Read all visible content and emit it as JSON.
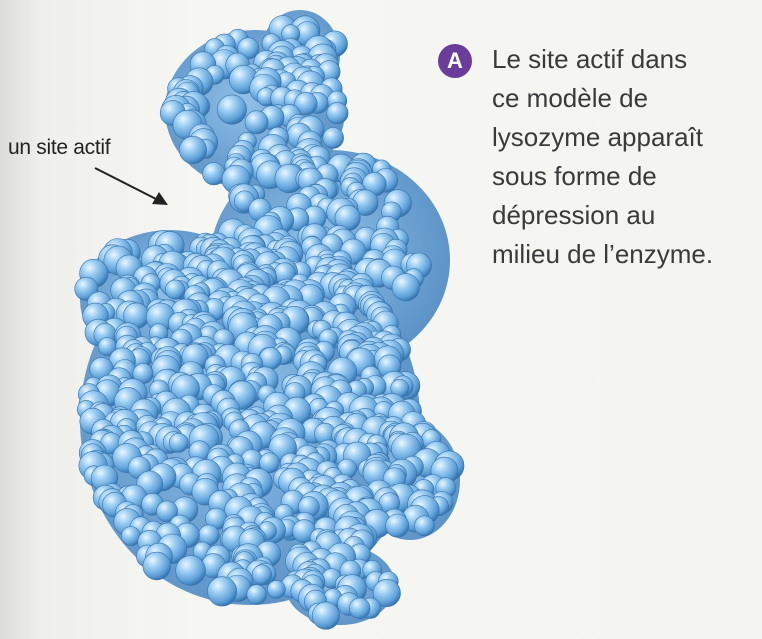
{
  "figure": {
    "badge": "A",
    "pointer_label": "un site actif",
    "caption_lines": [
      "Le site actif dans",
      "ce modèle de",
      "lysozyme apparaît",
      "sous forme de",
      "dépression au",
      "milieu de l’enzyme."
    ]
  },
  "colors": {
    "sphere_light": "#d6ecfb",
    "sphere_mid": "#6fb0e3",
    "sphere_dark": "#2f6ea8",
    "badge": "#6a3d9a",
    "text": "#3a3a3a"
  },
  "icons": {
    "badge_shape": "circle"
  }
}
